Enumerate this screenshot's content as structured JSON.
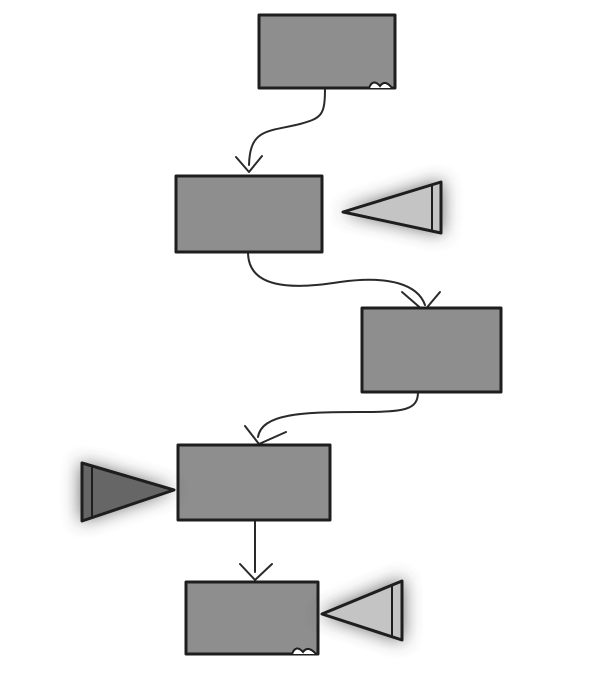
{
  "diagram": {
    "colors": {
      "box_fill": "#8e8e8e",
      "box_stroke": "#1e1e1e",
      "connector": "#2a2a2a",
      "triangle_light": "#c4c4c4",
      "triangle_dark": "#666666",
      "shadow": "#3a3a3a"
    },
    "nodes": [
      {
        "id": "box-1",
        "label": ""
      },
      {
        "id": "box-2",
        "label": ""
      },
      {
        "id": "box-3",
        "label": ""
      },
      {
        "id": "box-4",
        "label": ""
      },
      {
        "id": "box-5",
        "label": ""
      }
    ],
    "edges": [
      {
        "from": "box-1",
        "to": "box-2"
      },
      {
        "from": "box-2",
        "to": "box-3"
      },
      {
        "from": "box-3",
        "to": "box-4"
      },
      {
        "from": "box-4",
        "to": "box-5"
      }
    ],
    "markers": [
      {
        "attached_to": "box-2",
        "side": "right",
        "points": "left",
        "shade": "light"
      },
      {
        "attached_to": "box-4",
        "side": "left",
        "points": "right",
        "shade": "dark"
      },
      {
        "attached_to": "box-5",
        "side": "right",
        "points": "left",
        "shade": "light"
      }
    ]
  }
}
